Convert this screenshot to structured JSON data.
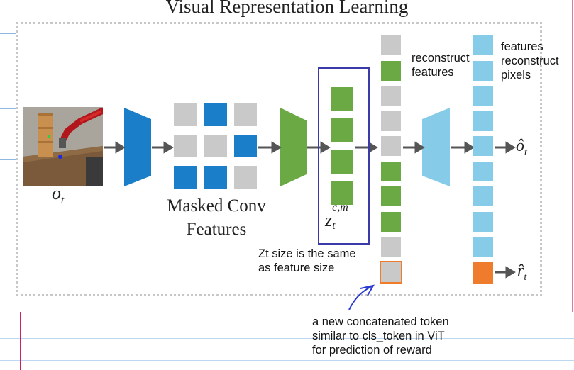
{
  "diagram": {
    "title": "Visual Representation Learning",
    "observation_label": "o",
    "observation_sub": "t",
    "masked_label_line1": "Masked Conv",
    "masked_label_line2": "Features",
    "latent_label": "z",
    "latent_sub": "t",
    "latent_sup": "c,m",
    "output_obs_label": "ô",
    "output_obs_sub": "t",
    "output_reward_label": "r̂",
    "output_reward_sub": "t"
  },
  "annotations": {
    "reconstruct_features_1": "reconstruct",
    "reconstruct_features_2": "features",
    "features_reconstruct_1": "features",
    "features_reconstruct_2": "reconstruct",
    "features_reconstruct_3": "pixels",
    "zt_size_1": "Zt size is the same",
    "zt_size_2": "as feature size",
    "token_note_1": "a new concatenated token",
    "token_note_2": "similar to cls_token in ViT",
    "token_note_3": "for prediction of reward"
  },
  "colors": {
    "encoder_blue": "#1a7fc8",
    "green": "#6aa944",
    "light_blue": "#86cbe8",
    "gray": "#c9c9c9",
    "orange": "#ef7b2c",
    "annotation_box": "#3a3aa8",
    "pen_arrow": "#2a3ad0"
  }
}
